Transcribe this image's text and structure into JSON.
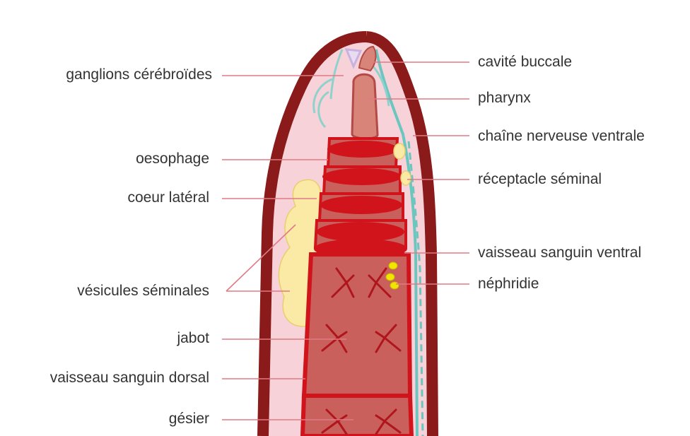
{
  "labels_left": [
    "ganglions cérébroïdes",
    "oesophage",
    "coeur latéral",
    "vésicules séminales",
    "jabot",
    "vaisseau sanguin dorsal",
    "gésier"
  ],
  "labels_right": [
    "cavité buccale",
    "pharynx",
    "chaîne nerveuse ventrale",
    "réceptacle séminal",
    "vaisseau sanguin ventral",
    "néphridie"
  ],
  "colors": {
    "wall": "#8b1a1a",
    "body_cavity": "#f7d2d8",
    "gut": "#c9605c",
    "gut_light": "#d98478",
    "blood_vessel": "#d1141c",
    "seminal_vesicle": "#fbe9a6",
    "nerve": "#6cc6c0",
    "nephridium": "#f2e600",
    "leader_line": "#e07a85",
    "label_text": "#333333"
  }
}
